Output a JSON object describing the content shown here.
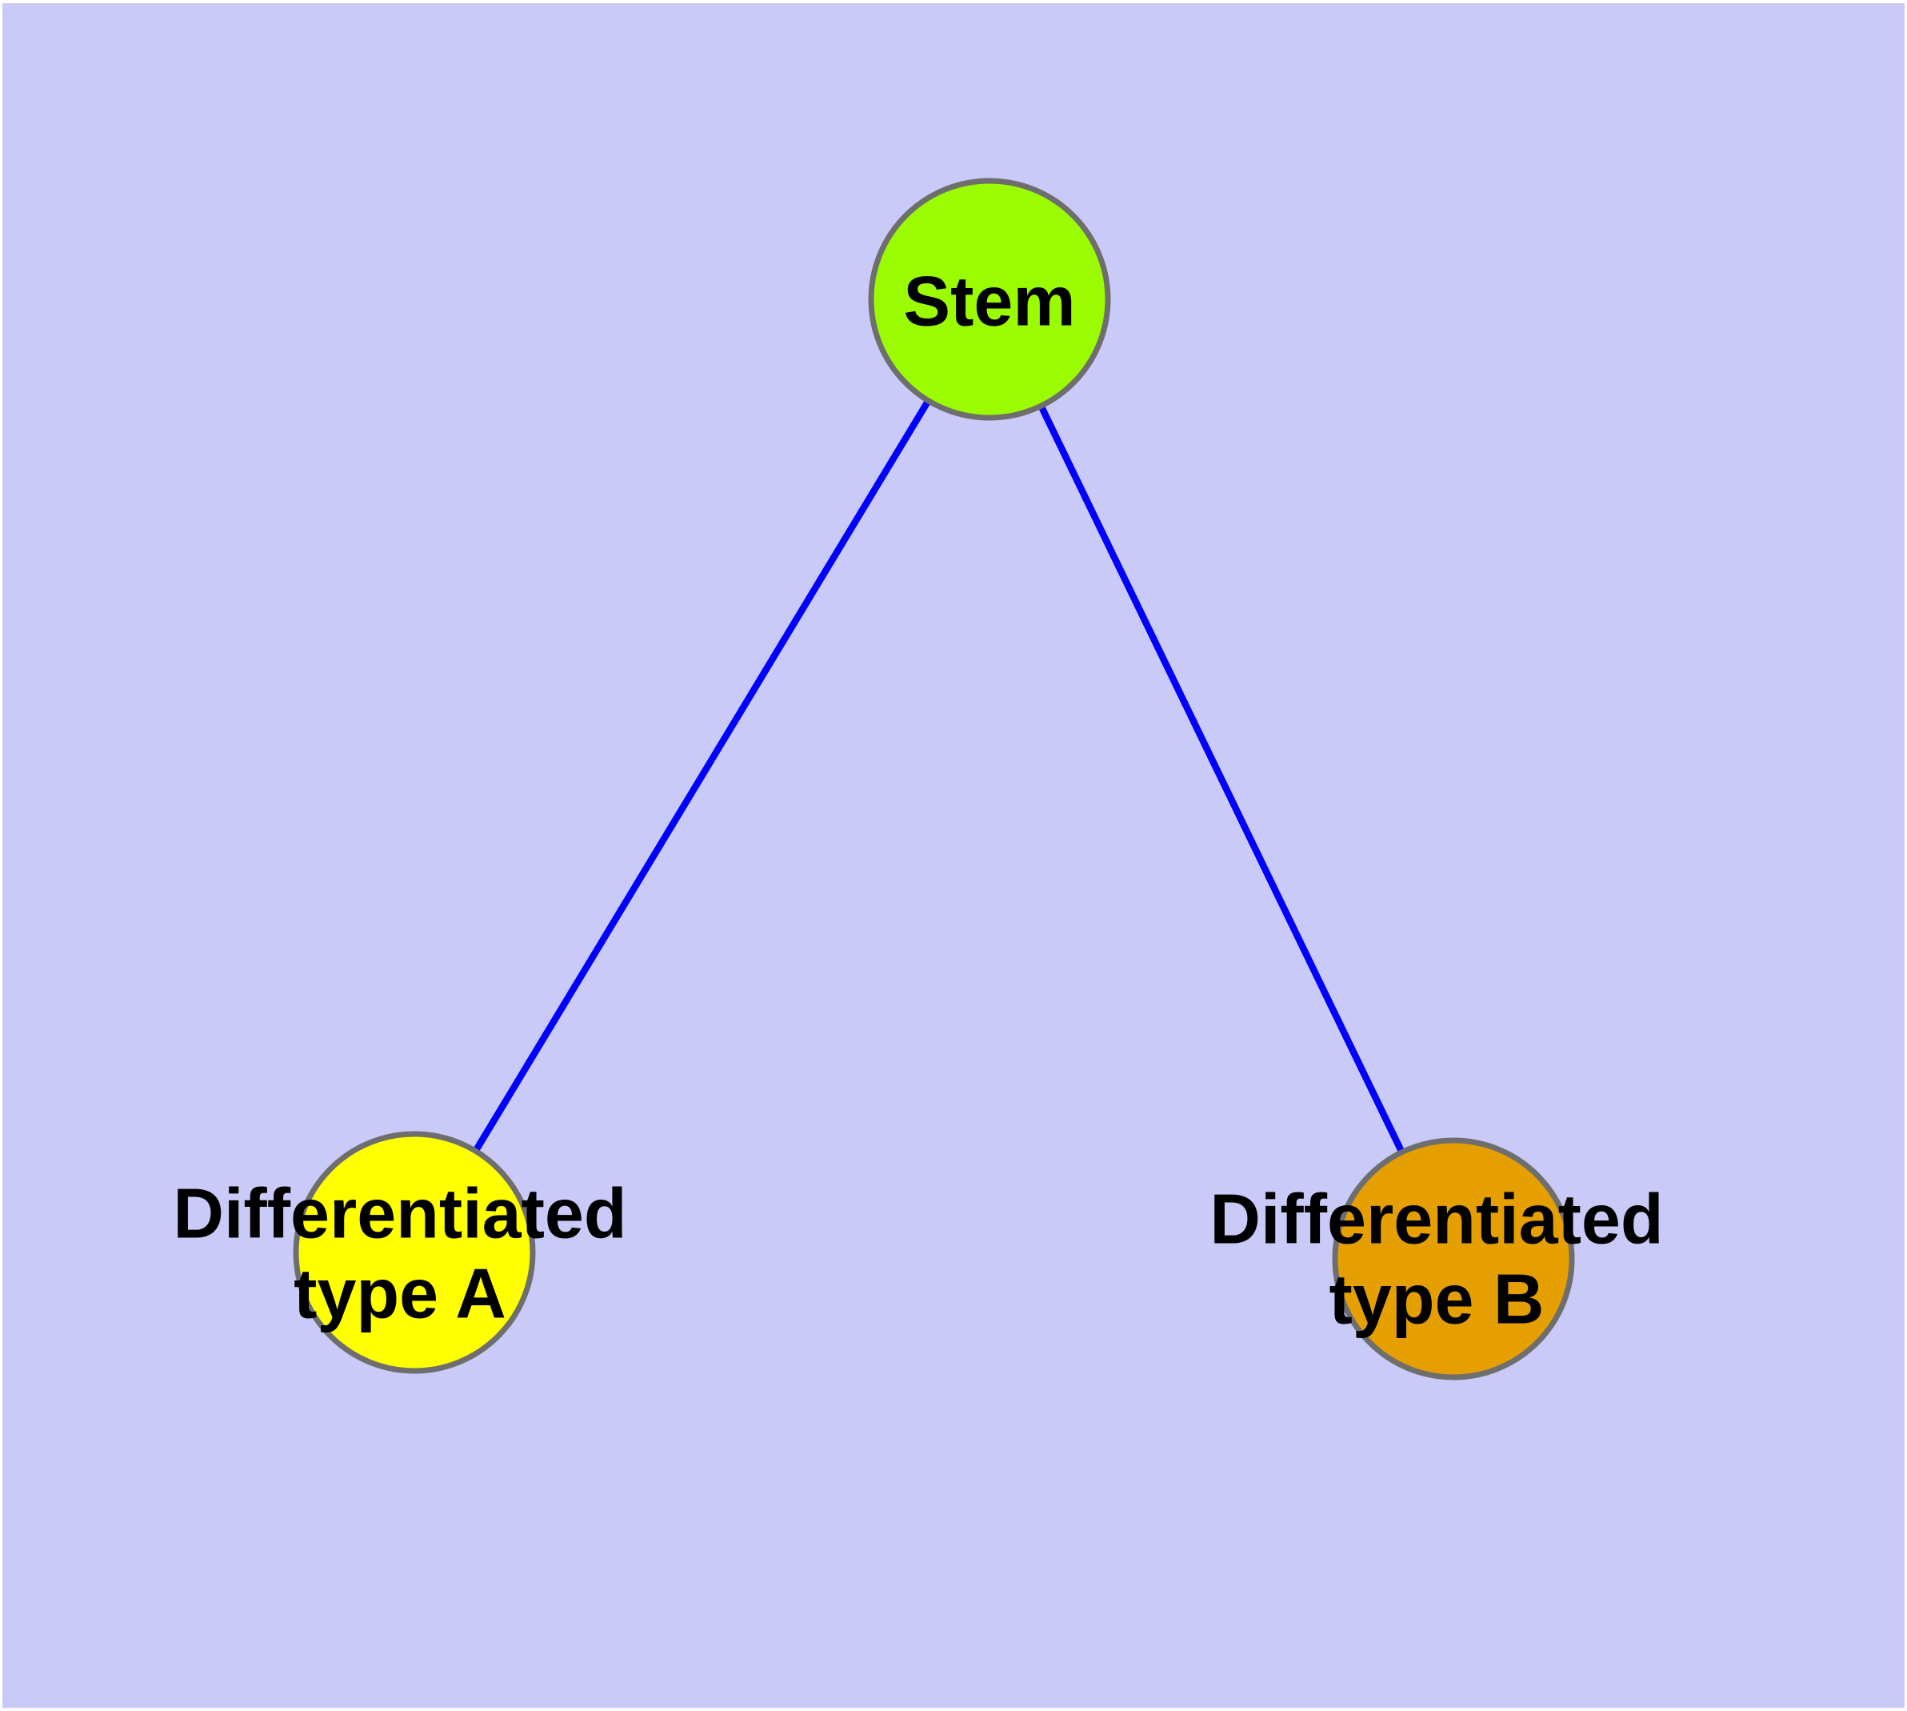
{
  "diagram": {
    "type": "graph",
    "background_color": "#cacaf8",
    "page_margin_color": "#ffffff",
    "edge_color": "#0000ff",
    "node_border_color": "#6e6e6e",
    "label_color": "#000000",
    "nodes": [
      {
        "id": "stem",
        "label": "Stem",
        "color": "#9bfb00"
      },
      {
        "id": "differentiated-type-a",
        "label": "Differentiated type A",
        "label_line1": "Differentiated",
        "label_line2": "type A",
        "color": "#ffff00"
      },
      {
        "id": "differentiated-type-b",
        "label": "Differentiated type B",
        "label_line1": "Differentiated",
        "label_line2": "type B",
        "color": "#e69f00"
      }
    ],
    "edges": [
      {
        "from": "Stem",
        "to": "Differentiated type A"
      },
      {
        "from": "Stem",
        "to": "Differentiated type B"
      }
    ]
  }
}
